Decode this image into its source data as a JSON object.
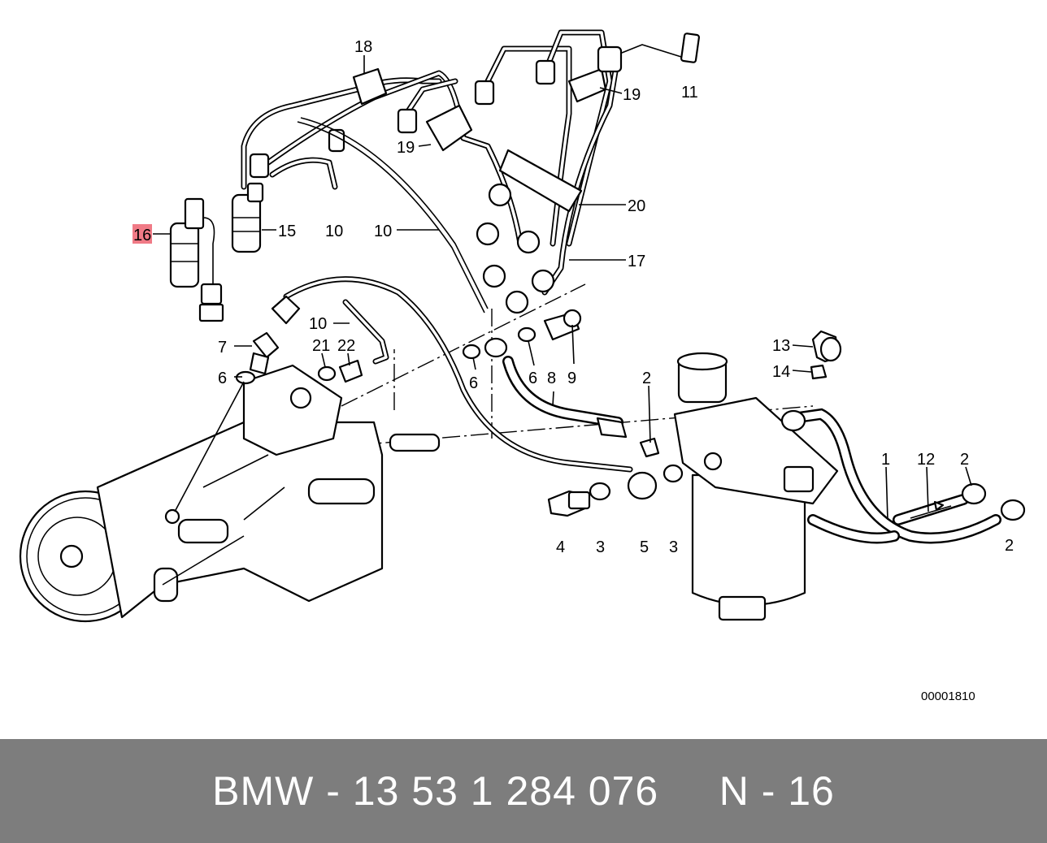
{
  "diagram": {
    "labels": {
      "l1": "1",
      "l2a": "2",
      "l2b": "2",
      "l2c": "2",
      "l3a": "3",
      "l3b": "3",
      "l4": "4",
      "l5": "5",
      "l6a": "6",
      "l6b": "6",
      "l6c": "6",
      "l7": "7",
      "l8": "8",
      "l9": "9",
      "l10a": "10",
      "l10b": "10",
      "l10c": "10",
      "l11": "11",
      "l12": "12",
      "l13": "13",
      "l14": "14",
      "l15": "15",
      "l16": "16",
      "l17": "17",
      "l18": "18",
      "l19a": "19",
      "l19b": "19",
      "l20": "20",
      "l21": "21",
      "l22": "22"
    },
    "highlighted_part": "16",
    "highlight_color": "#f07a86",
    "drawing_number": "00001810"
  },
  "footer": {
    "brand": "BMW",
    "part_number": "13 53 1 284 076",
    "position": "N - 16",
    "background_color": "#7d7d7d"
  }
}
